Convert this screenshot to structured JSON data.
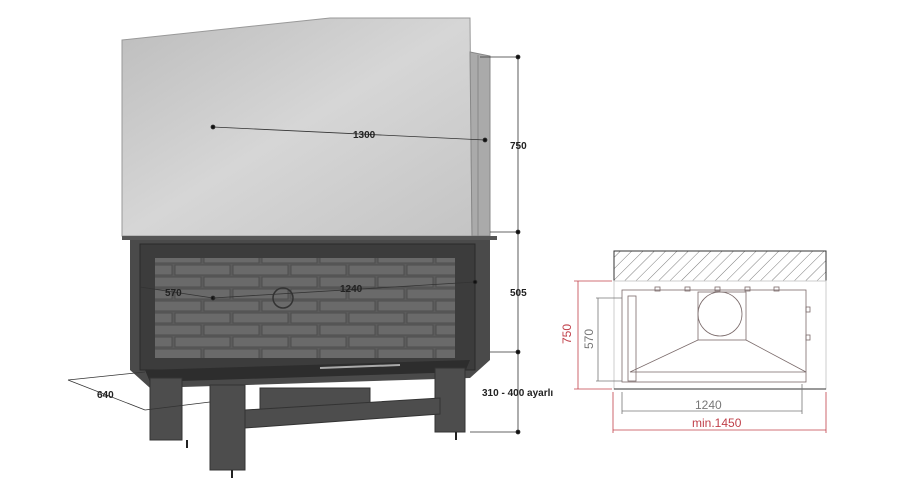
{
  "dimensions_3d": {
    "width_top": "1300",
    "hood_height": "750",
    "firebox_height": "505",
    "leg_height": "310 - 400 ayarlı",
    "depth_side": "570",
    "glass_width": "1240",
    "depth_base": "640"
  },
  "plan_view": {
    "height": "750",
    "depth": "570",
    "inner_width": "1240",
    "min_width": "min.1450"
  },
  "colors": {
    "dimension_red": "#c0404a",
    "steel": "#c9c9c9",
    "body": "#4a4a4a"
  }
}
